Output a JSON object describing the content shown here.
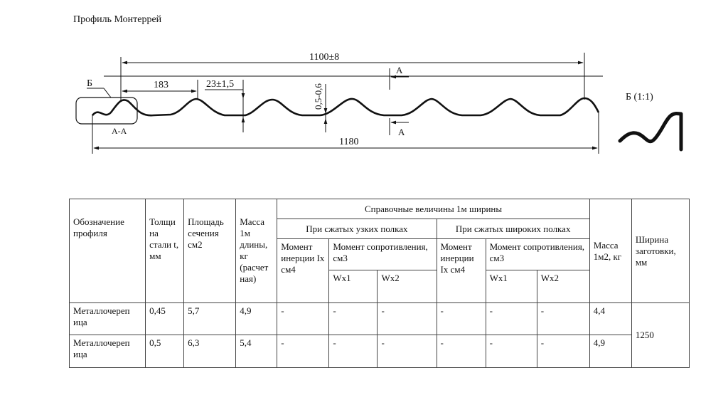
{
  "page": {
    "title": "Профиль Монтеррей"
  },
  "drawing": {
    "dim_total": "1100±8",
    "dim_full": "1180",
    "dim_pitch": "183",
    "dim_height": "23±1,5",
    "dim_thickness": "0,5-0,6",
    "label_b": "Б",
    "label_a_top": "A",
    "label_a_bottom": "A",
    "label_section": "A-A",
    "detail_label": "Б (1:1)"
  },
  "table": {
    "header": {
      "designation": "Обозначение профиля",
      "thickness": "Толщи на стали t, мм",
      "area": "Площадь сечения см2",
      "mass_length": "Масса 1м длины, кг (расчет ная)",
      "reference": "Справочные величины 1м ширины",
      "narrow": "При сжатых узких полках",
      "wide": "При сжатых широких полках",
      "inertia": "Момент инерции Ix см4",
      "resistance": "Момент сопротивления, см3",
      "wx1": "Wx1",
      "wx2": "Wx2",
      "mass_area": "Масса 1м2, кг",
      "blank_width": "Ширина заготовки, мм"
    },
    "rows": [
      {
        "name": "Металлочереп ица",
        "t": "0,45",
        "area": "5,7",
        "mass": "4,9",
        "n_ix": "-",
        "n_wx1": "-",
        "n_wx2": "-",
        "w_ix": "-",
        "w_wx1": "-",
        "w_wx2": "-",
        "mass_m2": "4,4"
      },
      {
        "name": "Металлочереп ица",
        "t": "0,5",
        "area": "6,3",
        "mass": "5,4",
        "n_ix": "-",
        "n_wx1": "-",
        "n_wx2": "-",
        "w_ix": "-",
        "w_wx1": "-",
        "w_wx2": "-",
        "mass_m2": "4,9"
      }
    ],
    "blank_width_value": "1250"
  }
}
